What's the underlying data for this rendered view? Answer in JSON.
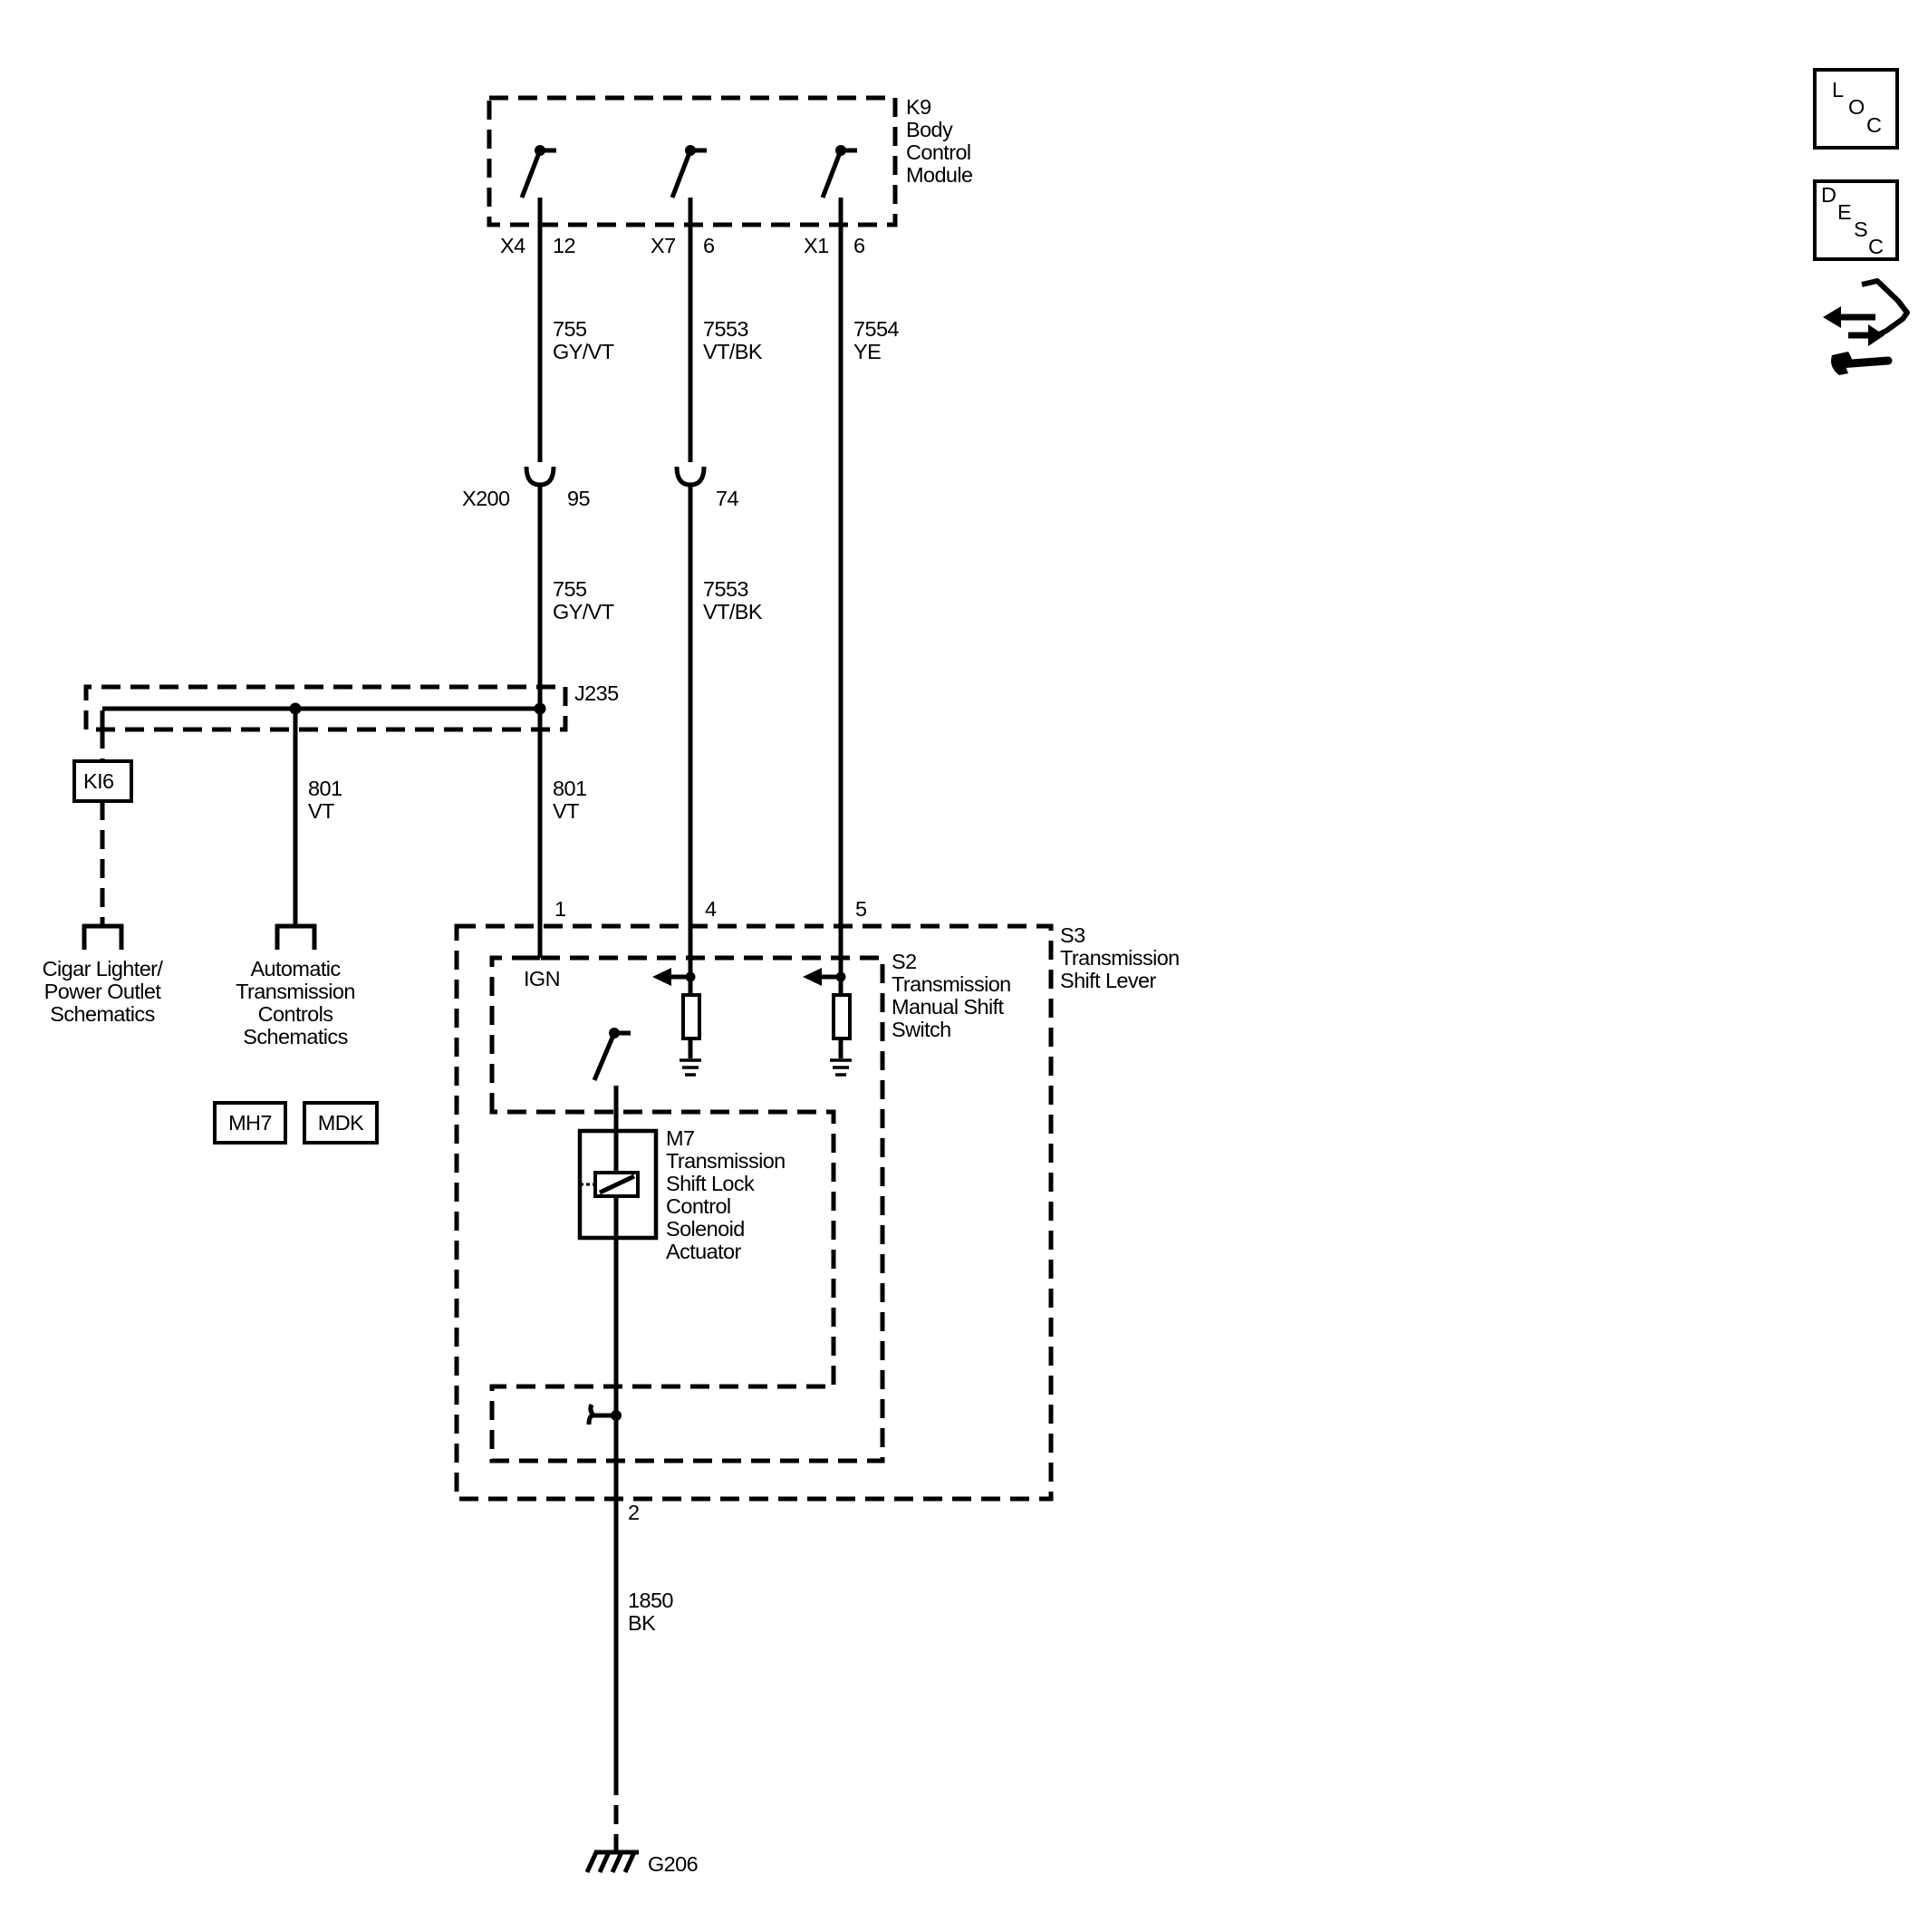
{
  "modules": {
    "k9": [
      "K9",
      "Body",
      "Control",
      "Module"
    ],
    "s3": [
      "S3",
      "Transmission",
      "Shift Lever"
    ],
    "s2": [
      "S2",
      "Transmission",
      "Manual Shift",
      "Switch"
    ],
    "m7": [
      "M7",
      "Transmission",
      "Shift Lock",
      "Control",
      "Solenoid",
      "Actuator"
    ]
  },
  "pins": {
    "k9_x4": "X4",
    "k9_x4_pin": "12",
    "k9_x7": "X7",
    "k9_x7_pin": "6",
    "k9_x1": "X1",
    "k9_x1_pin": "6",
    "x200": "X200",
    "x200_pin_a": "95",
    "x200_pin_b": "74",
    "s3_pin1": "1",
    "s3_pin4": "4",
    "s3_pin5": "5",
    "s3_pin2": "2",
    "ign": "IGN"
  },
  "wires": {
    "w755_top": [
      "755",
      "GY/VT"
    ],
    "w7553_top": [
      "7553",
      "VT/BK"
    ],
    "w7554": [
      "7554",
      "YE"
    ],
    "w755_mid": [
      "755",
      "GY/VT"
    ],
    "w7553_mid": [
      "7553",
      "VT/BK"
    ],
    "w801_left": [
      "801",
      "VT"
    ],
    "w801_right": [
      "801",
      "VT"
    ],
    "w1850": [
      "1850",
      "BK"
    ]
  },
  "splice": "J235",
  "ground": "G206",
  "option_codes": {
    "ki6": "KI6",
    "mh7": "MH7",
    "mdk": "MDK"
  },
  "references": {
    "cigar": [
      "Cigar Lighter/",
      "Power Outlet",
      "Schematics"
    ],
    "auto_trans": [
      "Automatic",
      "Transmission",
      "Controls",
      "Schematics"
    ]
  },
  "side_icons": {
    "loc": [
      "L",
      "O",
      "C"
    ],
    "desc": [
      "D",
      "E",
      "S",
      "C"
    ],
    "connector_icon": "connector-wrench-icon"
  }
}
